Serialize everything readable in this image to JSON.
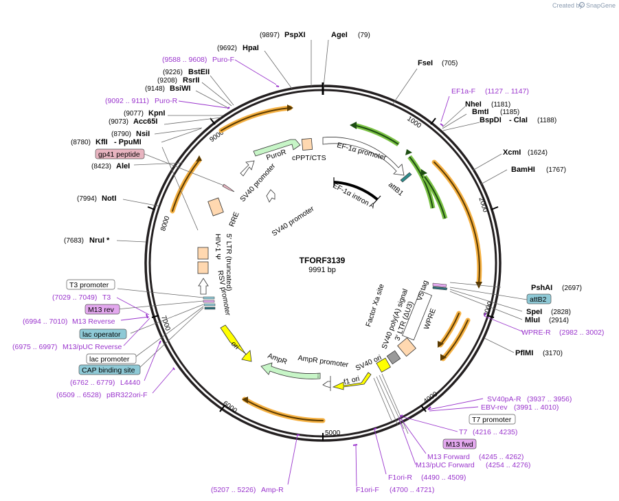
{
  "app": {
    "credit_prefix": "Created by",
    "brand": "SnapGene"
  },
  "plasmid": {
    "name": "TFORF3139",
    "size_label": "9991 bp"
  },
  "ticks": [
    "1000",
    "2000",
    "3000",
    "4000",
    "5000",
    "6000",
    "7000",
    "8000",
    "9000"
  ],
  "sites": {
    "pspxi": {
      "num": "(9897)",
      "name": "PspXI"
    },
    "agei": {
      "name": "AgeI",
      "num": "(79)"
    },
    "hpai": {
      "num": "(9692)",
      "name": "HpaI"
    },
    "fsei": {
      "name": "FseI",
      "num": "(705)"
    },
    "bsteii": {
      "num": "(9226)",
      "name": "BstEII"
    },
    "rsrii": {
      "num": "(9208)",
      "name": "RsrII"
    },
    "bsiwi": {
      "num": "(9148)",
      "name": "BsiWI"
    },
    "nhei": {
      "name": "NheI",
      "num": "(1181)"
    },
    "bmti": {
      "name": "BmtI",
      "num": "(1185)"
    },
    "bspdi": {
      "name": "BspDI",
      "sep": "- ClaI",
      "num": "(1188)"
    },
    "kpni": {
      "num": "(9077)",
      "name": "KpnI"
    },
    "acc65i": {
      "num": "(9073)",
      "name": "Acc65I"
    },
    "nsii": {
      "num": "(8790)",
      "name": "NsiI"
    },
    "kfli": {
      "num": "(8780)",
      "name": "KflI",
      "sep": "- PpuMI"
    },
    "xcmi": {
      "name": "XcmI",
      "num": "(1624)"
    },
    "bamhi": {
      "name": "BamHI",
      "num": "(1767)"
    },
    "alei": {
      "num": "(8423)",
      "name": "AleI"
    },
    "noti": {
      "num": "(7994)",
      "name": "NotI"
    },
    "nrui": {
      "num": "(7683)",
      "name": "NruI *"
    },
    "pshai": {
      "name": "PshAI",
      "num": "(2697)"
    },
    "spei": {
      "name": "SpeI",
      "num": "(2828)"
    },
    "mlui": {
      "name": "MluI",
      "num": "(2914)"
    },
    "pfimi": {
      "name": "PflMI",
      "num": "(3170)"
    }
  },
  "primers": {
    "puro_f": {
      "range": "(9588 .. 9608)",
      "name": "Puro-F"
    },
    "puro_r": {
      "range": "(9092 .. 9111)",
      "name": "Puro-R"
    },
    "ef1a_f": {
      "name": "EF1a-F",
      "range": "(1127 .. 1147)"
    },
    "wpre_r": {
      "name": "WPRE-R",
      "range": "(2982 .. 3002)"
    },
    "t3": {
      "range": "(7029 .. 7049)",
      "name": "T3"
    },
    "m13_reverse": {
      "range": "(6994 .. 7010)",
      "name": "M13 Reverse"
    },
    "m13_puc_reverse": {
      "range": "(6975 .. 6997)",
      "name": "M13/pUC Reverse"
    },
    "l4440": {
      "range": "(6762 .. 6779)",
      "name": "L4440"
    },
    "pbr322ori_f": {
      "range": "(6509 .. 6528)",
      "name": "pBR322ori-F"
    },
    "sv40pa_r": {
      "name": "SV40pA-R",
      "range": "(3937 .. 3956)"
    },
    "ebv_rev": {
      "name": "EBV-rev",
      "range": "(3991 .. 4010)"
    },
    "t7": {
      "name": "T7",
      "range": "(4216 .. 4235)"
    },
    "m13_forward": {
      "name": "M13 Forward",
      "range": "(4245 .. 4262)"
    },
    "m13_puc_forward": {
      "name": "M13/pUC Forward",
      "range": "(4254 .. 4276)"
    },
    "f1ori_r": {
      "name": "F1ori-R",
      "range": "(4490 .. 4509)"
    },
    "f1ori_f": {
      "name": "F1ori-F",
      "range": "(4700 .. 4721)"
    },
    "amp_r": {
      "range": "(5207 .. 5226)",
      "name": "Amp-R"
    }
  },
  "boxes": {
    "gp41": "gp41 peptide",
    "t3_promoter": "T3 promoter",
    "m13_rev": "M13 rev",
    "lac_operator": "lac operator",
    "lac_promoter": "lac promoter",
    "cap_site": "CAP binding site",
    "attb2": "attB2",
    "t7_promoter": "T7 promoter",
    "m13_fwd": "M13 fwd"
  },
  "features": {
    "puror": "PuroR",
    "cppt": "cPPT/CTS",
    "sv40_promoter_1": "SV40 promoter",
    "sv40_promoter_2": "SV40 promoter",
    "ef1a_promoter": "EF-1α promoter",
    "attb1": "attB1",
    "ef1a_intron": "EF-1α intron A",
    "rre": "RRE",
    "hiv_ltr": "HIV-1 Ψ",
    "ltr5": "5′ LTR (truncated)",
    "rsv": "RSV promoter",
    "factor_xa": "Factor Xa site",
    "v5": "V5 tag",
    "sv40_polya": "SV40 poly(A) signal",
    "ltr3": "3′ LTR (ΔU3)",
    "wpre": "WPRE",
    "sv40_ori": "SV40 ori",
    "f1_ori": "f1 ori",
    "ampr_promoter": "AmpR promoter",
    "ampr": "AmpR",
    "ori": "ori"
  },
  "colors": {
    "backbone": "#231f20",
    "puror_fill": "#c7f5c7",
    "ampr_fill": "#c7f5c7",
    "ori_fill": "#ffff00",
    "orf_fill": "#ffd8b0",
    "primer": "#9933cc",
    "orf_arc": "#f5b041",
    "green_arc": "#7ac143",
    "box_blue": "#8ec9d6",
    "box_purple": "#e3a8ee",
    "box_pink": "#e8b4c0"
  }
}
